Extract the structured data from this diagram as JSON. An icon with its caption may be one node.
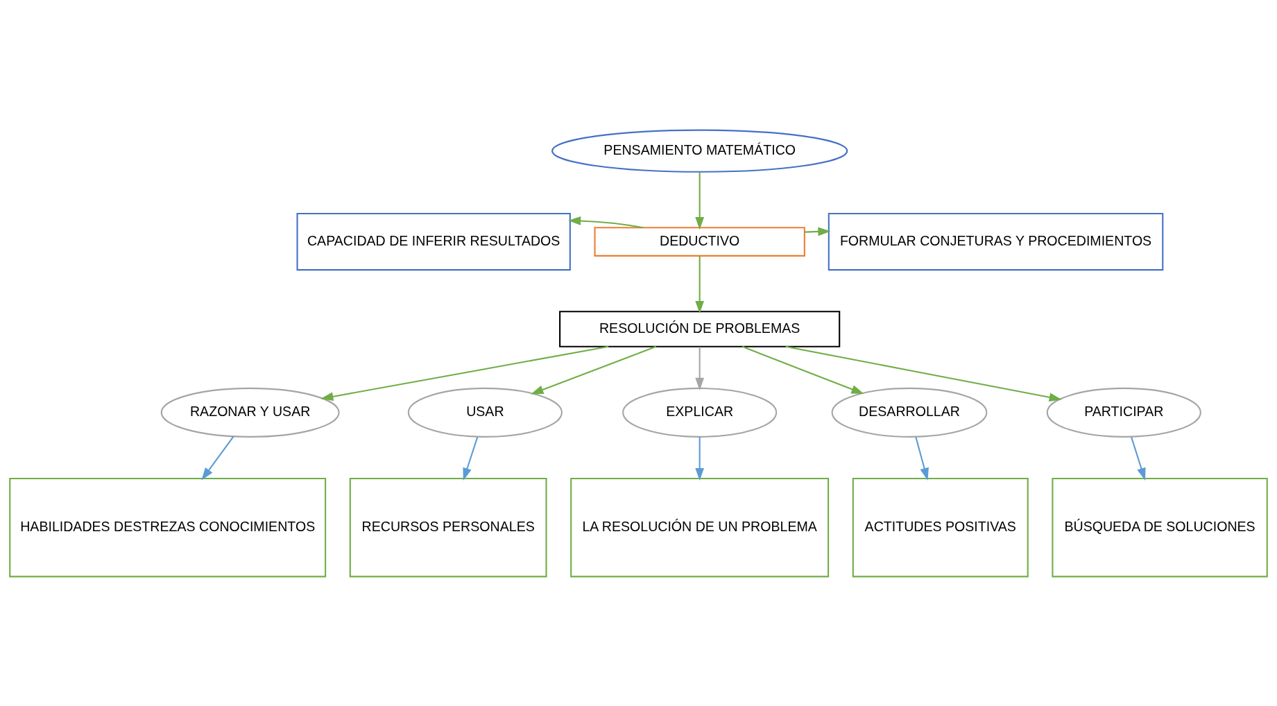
{
  "diagram": {
    "nodes": [
      {
        "text": [
          "PENSAMIENTO MATEMÁTICO"
        ]
      },
      {
        "text": [
          "CAPACIDAD DE INFERIR RESULTADOS"
        ]
      },
      {
        "text": [
          "DEDUCTIVO"
        ]
      },
      {
        "text": [
          "FORMULAR CONJETURAS Y PROCEDIMIENTOS"
        ]
      },
      {
        "text": [
          "RESOLUCIÓN DE PROBLEMAS"
        ]
      },
      {
        "text": [
          "RAZONAR Y USAR"
        ]
      },
      {
        "text": [
          "USAR"
        ]
      },
      {
        "text": [
          "EXPLICAR"
        ]
      },
      {
        "text": [
          "DESARROLLAR"
        ]
      },
      {
        "text": [
          "PARTICIPAR"
        ]
      },
      {
        "text": [
          "HABILIDADES DESTREZAS CONOCIMIENTOS"
        ]
      },
      {
        "text": [
          "RECURSOS PERSONALES"
        ]
      },
      {
        "text": [
          "LA RESOLUCIÓN DE UN PROBLEMA"
        ]
      },
      {
        "text": [
          "ACTITUDES POSITIVAS"
        ]
      },
      {
        "text": [
          "BÚSQUEDA DE SOLUCIONES"
        ]
      }
    ],
    "edges": [
      {
        "from": 0,
        "to": 2,
        "arrow": "to"
      },
      {
        "from": 2,
        "to": 1,
        "arrow": "to"
      },
      {
        "from": 2,
        "to": 3,
        "arrow": "to"
      },
      {
        "from": 2,
        "to": 4,
        "arrow": "to"
      },
      {
        "from": 4,
        "to": 5,
        "arrow": "to"
      },
      {
        "from": 4,
        "to": 6,
        "arrow": "to"
      },
      {
        "from": 4,
        "to": 7,
        "arrow": "to",
        "color": "#a5a5a5"
      },
      {
        "from": 4,
        "to": 8,
        "arrow": "to"
      },
      {
        "from": 4,
        "to": 9,
        "arrow": "to"
      },
      {
        "from": 5,
        "to": 10,
        "arrow": "to",
        "color": "#5b9bd5"
      },
      {
        "from": 6,
        "to": 11,
        "arrow": "to",
        "color": "#5b9bd5"
      },
      {
        "from": 7,
        "to": 12,
        "arrow": "to",
        "color": "#5b9bd5"
      },
      {
        "from": 8,
        "to": 13,
        "arrow": "to",
        "color": "#5b9bd5"
      },
      {
        "from": 9,
        "to": 14,
        "arrow": "to",
        "color": "#5b9bd5"
      }
    ]
  }
}
